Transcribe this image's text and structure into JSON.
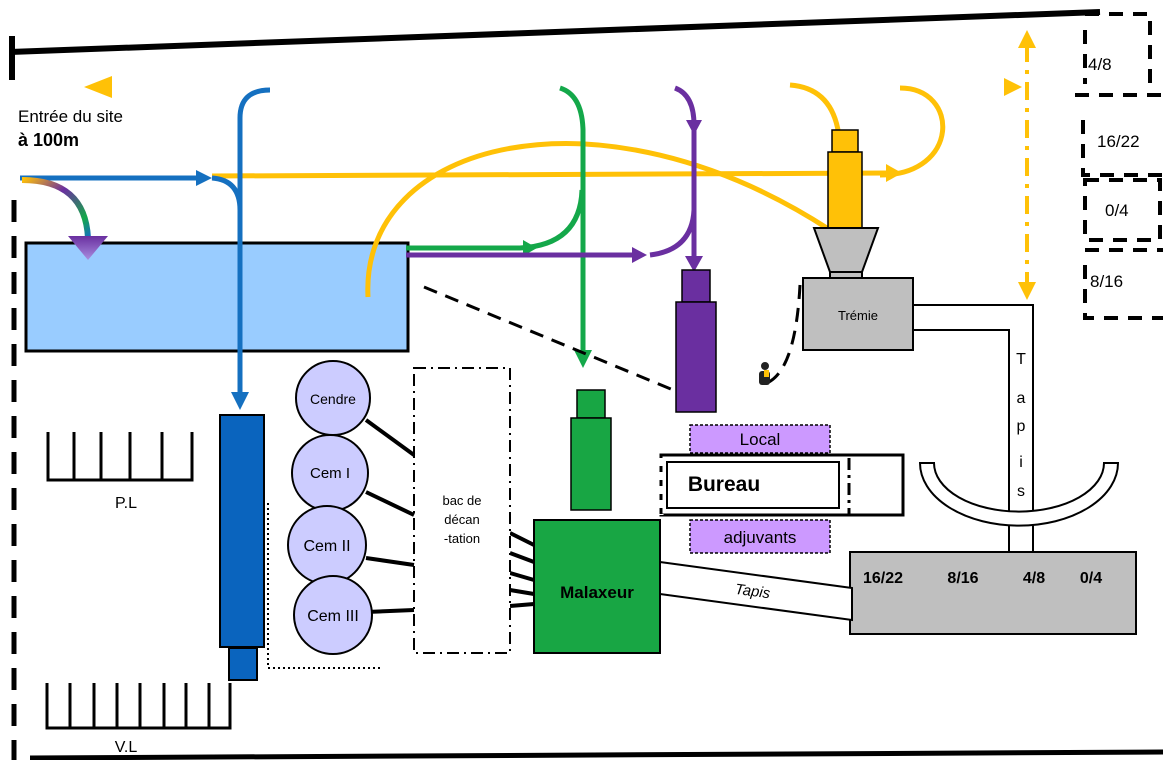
{
  "site": {
    "entrance_line1": "Entrée du site",
    "entrance_line2": "à 100m"
  },
  "parking": {
    "pl": "P.L",
    "vl": "V.L"
  },
  "silos": [
    "Cendre",
    "Cem I",
    "Cem II",
    "Cem III"
  ],
  "settling_tank": [
    "bac de",
    "décan",
    "-tation"
  ],
  "mixer": "Malaxeur",
  "office": {
    "local": "Local",
    "bureau": "Bureau",
    "adjuvants": "adjuvants"
  },
  "hopper": "Trémie",
  "belt_vertical": [
    "T",
    "a",
    "p",
    "i",
    "s"
  ],
  "belt_diagonal": "Tapis",
  "aggregate_bins": [
    "16/22",
    "8/16",
    "4/8",
    "0/4"
  ],
  "stockpiles": [
    "4/8",
    "16/22",
    "0/4",
    "8/16"
  ],
  "colors": {
    "blue_route": "#1570c0",
    "green_route": "#14a84a",
    "purple_route": "#6a2fa0",
    "yellow_route": "#ffc107",
    "basin": "#99ccff",
    "silo_fill": "#ccccff",
    "column_blue": "#0a64be",
    "mixer_green": "#18a644",
    "office_purple": "#cc99ff",
    "grey": "#bfbfbf"
  }
}
